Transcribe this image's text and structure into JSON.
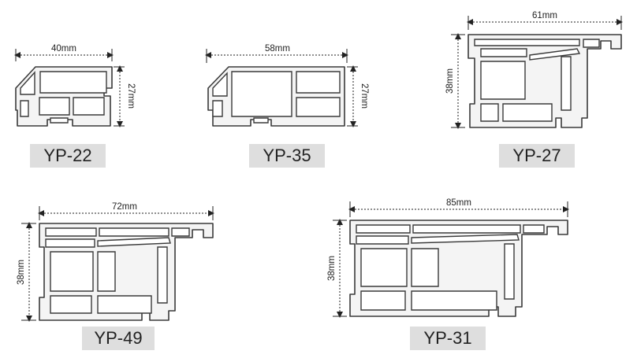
{
  "profiles": [
    {
      "code": "YP-22",
      "width": "40mm",
      "height": "27mm"
    },
    {
      "code": "YP-35",
      "width": "58mm",
      "height": "27mm"
    },
    {
      "code": "YP-27",
      "width": "61mm",
      "height": "38mm"
    },
    {
      "code": "YP-49",
      "width": "72mm",
      "height": "38mm"
    },
    {
      "code": "YP-31",
      "width": "85mm",
      "height": "38mm"
    }
  ]
}
